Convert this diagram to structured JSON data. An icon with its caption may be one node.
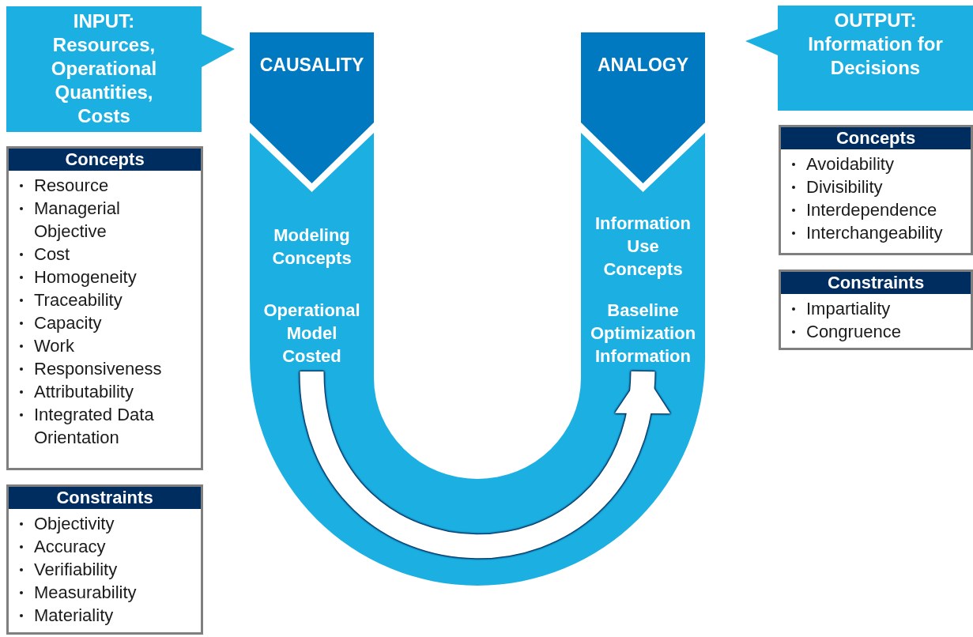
{
  "diagram": {
    "nodes": [
      {
        "text": [
          "INPUT:",
          "Resources, Operational Quantities, Costs"
        ]
      },
      {
        "text": [
          "Concepts",
          "Resource",
          "Managerial Objective",
          "Cost",
          "Homogeneity",
          "Traceability",
          "Capacity",
          "Work",
          "Responsiveness",
          "Attributability",
          "Integrated Data Orientation"
        ]
      },
      {
        "text": [
          "Constraints",
          "Objectivity",
          "Accuracy",
          "Verifiability",
          "Measurability",
          "Materiality"
        ]
      },
      {
        "text": [
          "CAUSALITY"
        ]
      },
      {
        "text": [],
        "shape": "band"
      },
      {
        "text": [
          "Modeling Concepts"
        ],
        "in": 4
      },
      {
        "text": [
          "Operational Model Costed"
        ],
        "in": 4
      },
      {
        "text": [
          "Information Use Concepts"
        ],
        "in": 4
      },
      {
        "text": [
          "Baseline Optimization Information"
        ],
        "in": 4
      },
      {
        "text": [
          "ANALOGY"
        ]
      },
      {
        "text": [
          "OUTPUT:",
          "Information for Decisions"
        ]
      },
      {
        "text": [
          "Concepts",
          "Avoidability",
          "Divisibility",
          "Interdependence",
          "Interchangeability"
        ]
      },
      {
        "text": [
          "Constraints",
          "Impartiality",
          "Congruence"
        ]
      }
    ],
    "edges": [
      {
        "from": 6,
        "to": 8,
        "arrow": "to"
      }
    ]
  }
}
